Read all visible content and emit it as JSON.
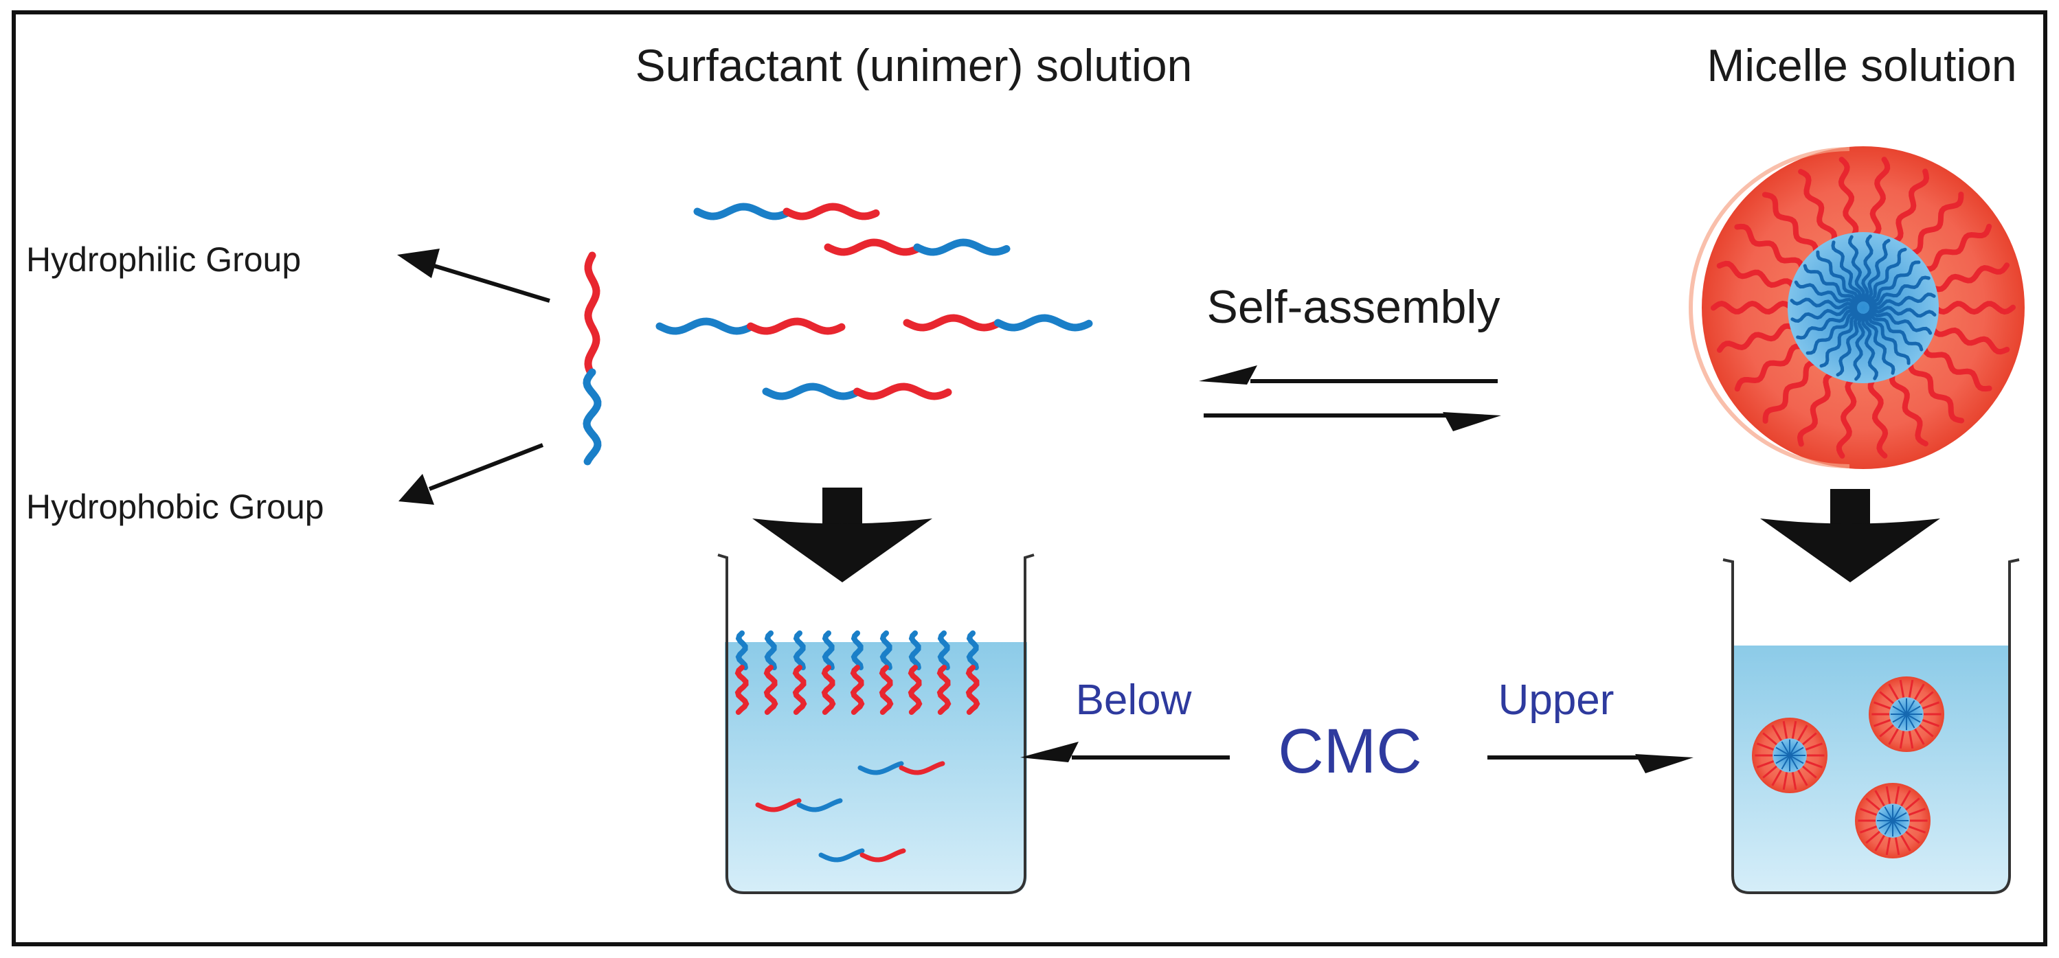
{
  "titles": {
    "unimer": "Surfactant (unimer) solution",
    "micelle": "Micelle solution"
  },
  "labels": {
    "hydrophilic": "Hydrophilic  Group",
    "hydrophobic": "Hydrophobic Group",
    "self_assembly": "Self-assembly",
    "below": "Below",
    "cmc": "CMC",
    "upper": "Upper"
  },
  "colors": {
    "hydrophilic": "#e8262f",
    "hydrophobic": "#1a7fc8",
    "micelle_shell": "#f26450",
    "water": "#a8d8ef",
    "arrow": "#111111",
    "cmc_text": "#2e3a9e"
  }
}
